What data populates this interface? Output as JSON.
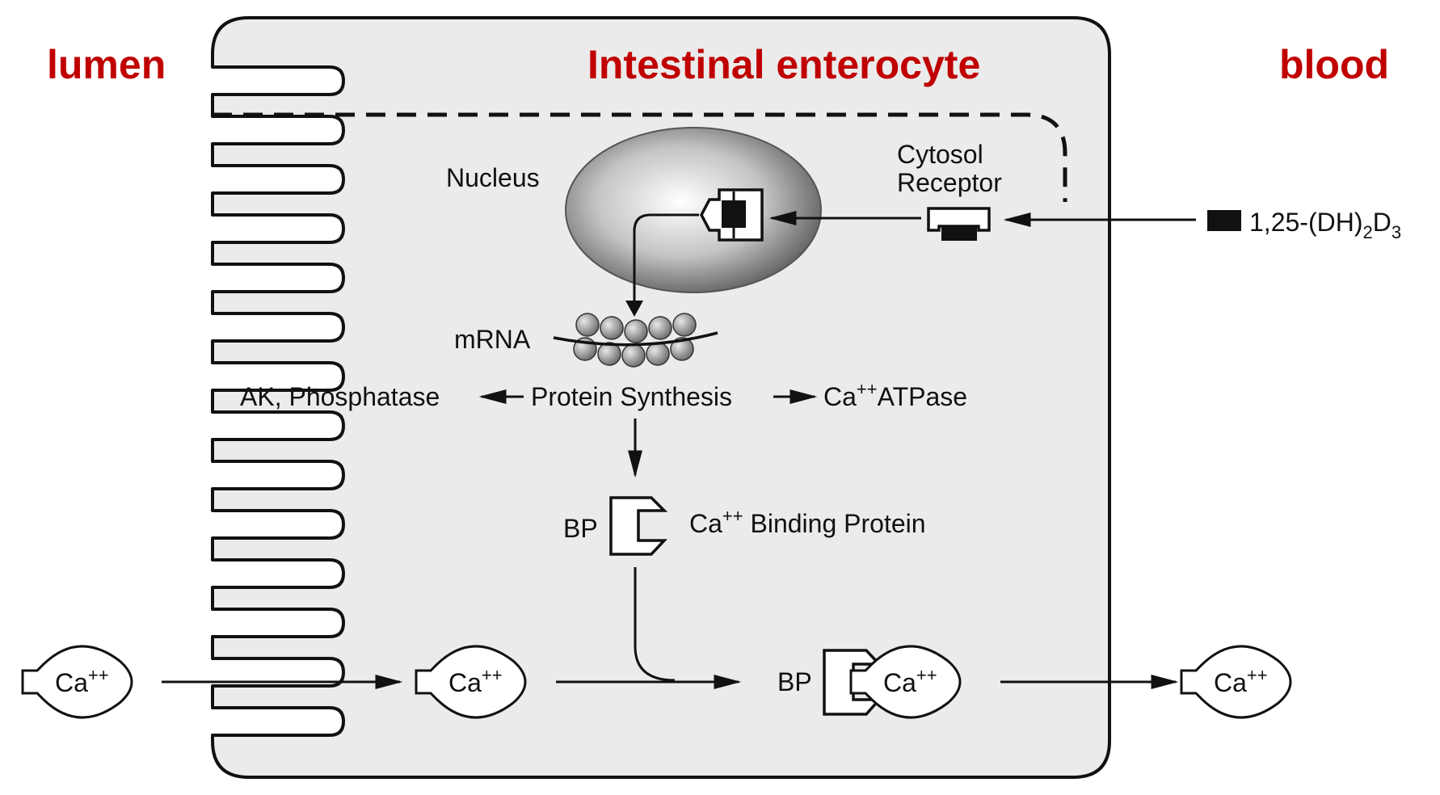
{
  "labels": {
    "lumen": "lumen",
    "cell_title": "Intestinal enterocyte",
    "blood": "blood",
    "nucleus": "Nucleus",
    "cytosol_receptor_line1": "Cytosol",
    "cytosol_receptor_line2": "Receptor",
    "mrna": "mRNA",
    "ak_phosphatase": "AK, Phosphatase",
    "protein_synthesis": "Protein Synthesis",
    "atpase_prefix": "Ca",
    "atpase_sup": "++",
    "atpase_suffix": "ATPase",
    "bp": "BP",
    "binding_protein_prefix": "Ca",
    "binding_protein_sup": "++",
    "binding_protein_suffix": " Binding Protein",
    "ca": "Ca",
    "ca_sup": "++",
    "vitd_prefix": "1,25-(DH)",
    "vitd_sub1": "2",
    "vitd_mid": "D",
    "vitd_sub2": "3"
  },
  "colors": {
    "title_red": "#c00000",
    "cell_fill": "#ebebeb",
    "stroke": "#111111"
  }
}
